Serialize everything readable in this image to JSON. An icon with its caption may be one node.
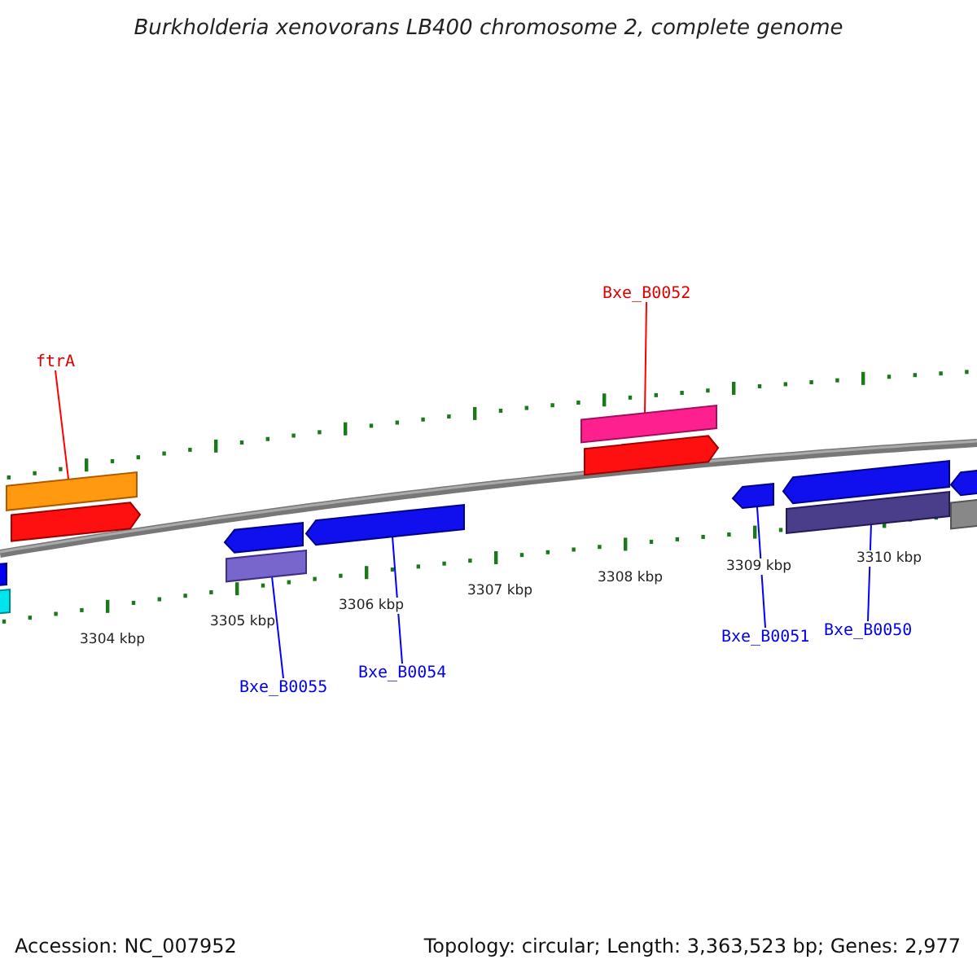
{
  "diagram": {
    "title": "Burkholderia xenovorans LB400 chromosome 2, complete genome",
    "nodes": [
      {
        "text": [
          "ftrA"
        ]
      },
      {
        "text": [
          "Bxe_B0052"
        ]
      },
      {
        "text": [],
        "shape": "bar"
      },
      {
        "text": [],
        "shape": "bar"
      },
      {
        "text": [],
        "shape": "bar"
      },
      {
        "text": [],
        "shape": "arrow"
      },
      {
        "text": [],
        "shape": "arrow"
      },
      {
        "text": [],
        "shape": "bar"
      },
      {
        "text": [
          "Bxe_B0055"
        ]
      },
      {
        "text": [
          "Bxe_B0054"
        ]
      },
      {
        "text": [
          "Bxe_B0051"
        ]
      },
      {
        "text": [
          "Bxe_B0050"
        ]
      },
      {
        "text": [],
        "shape": "bar"
      },
      {
        "text": [],
        "shape": "bar"
      },
      {
        "text": [],
        "shape": "arrow"
      },
      {
        "text": [],
        "shape": "arrow"
      },
      {
        "text": [],
        "shape": "arrow"
      },
      {
        "text": [],
        "shape": "arrow"
      },
      {
        "text": [],
        "shape": "arrow"
      },
      {
        "text": [],
        "shape": "bar"
      }
    ],
    "edges": [
      {
        "from": 0,
        "to": 2,
        "arrow": "none",
        "color": "#ff0000"
      },
      {
        "from": 1,
        "to": 3,
        "arrow": "none",
        "color": "#ff0000"
      },
      {
        "from": 8,
        "to": 4,
        "arrow": "none",
        "color": "#0000ff"
      },
      {
        "from": 9,
        "to": 5,
        "arrow": "none",
        "color": "#0000ff"
      },
      {
        "from": 10,
        "to": 6,
        "arrow": "none",
        "color": "#0000ff"
      },
      {
        "from": 11,
        "to": 7,
        "arrow": "none",
        "color": "#0000ff"
      }
    ],
    "labels": [
      "3304 kbp",
      "3305 kbp",
      "3306 kbp",
      "3307 kbp",
      "3308 kbp",
      "3309 kbp",
      "3310 kbp",
      "Accession: NC_007952",
      "Topology: circular; Length: 3,363,523 bp; Genes: 2,977"
    ]
  }
}
